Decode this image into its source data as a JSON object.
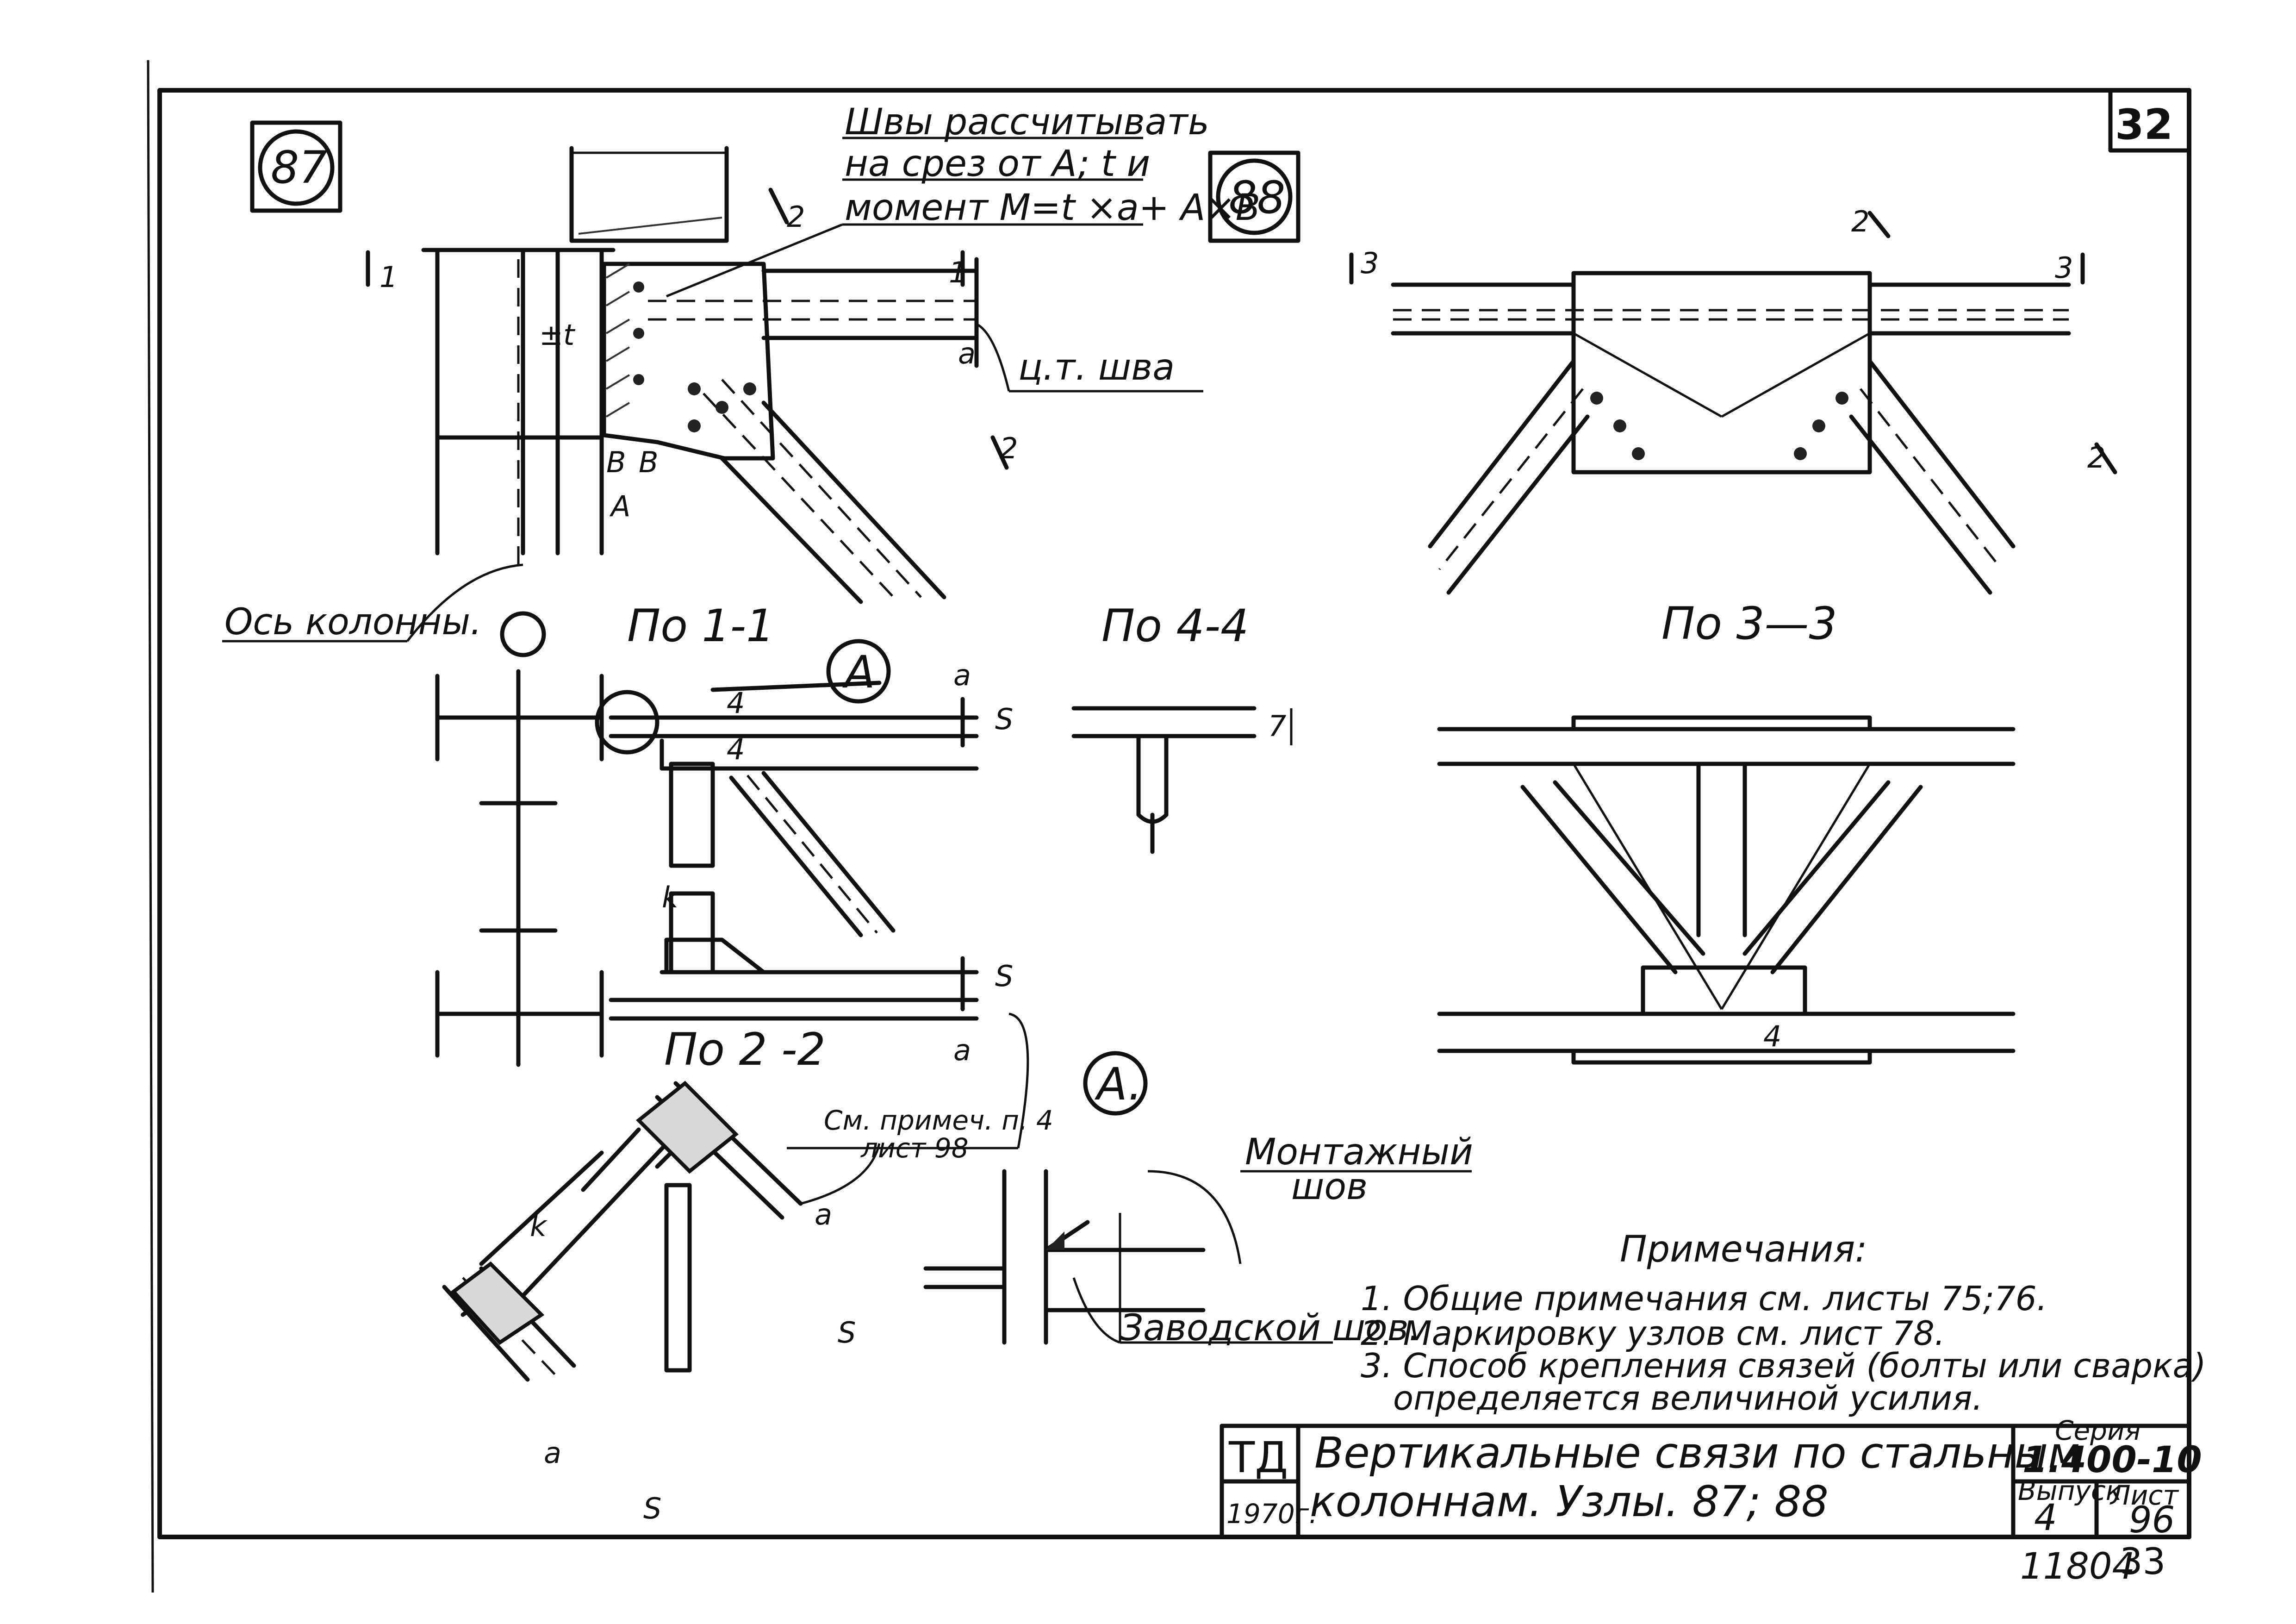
{
  "sheet_corner_number": "32",
  "node_87": "87",
  "node_88": "88",
  "weld_note": [
    "Швы рассчитывать",
    "на срез от A; t и",
    "момент M=t ×a+ A×B"
  ],
  "weld_center_label": "ц.т. шва",
  "column_axis_label": "Ось колонны.",
  "section_1_1": "По 1-1",
  "section_2_2": "По 2 -2",
  "section_3_3": "По 3—3",
  "section_4_4": "По 4-4",
  "detail_A": "A",
  "detail_A2": "A.",
  "see_note": [
    "См. примеч. п. 4",
    "лист 98"
  ],
  "mount_weld": [
    "Монтажный",
    "шов"
  ],
  "factory_weld": "Заводской шов.",
  "marks": {
    "t": "±t",
    "a": "a",
    "b": "B",
    "A": "A",
    "s": "S",
    "k": "k",
    "cut1": "1",
    "cut2": "2",
    "cut3": "3",
    "cut4": "4",
    "seven": "7"
  },
  "notes": {
    "heading": "Примечания:",
    "items": [
      "1. Общие примечания см. листы 75;76.",
      "2. Маркировку узлов см. лист 78.",
      "3. Способ крепления связей (болты или сварка)",
      "определяется величиной усилия."
    ]
  },
  "title_block": {
    "org": "ТД",
    "year": "1970г.",
    "title_line1": "Вертикальные связи по стальным",
    "title_line2": "колоннам. Узлы. 87; 88",
    "series_label": "Серия",
    "series_value": "1.400-10",
    "issue_label": "Выпуск",
    "issue_value": "4",
    "sheet_label": "Лист",
    "sheet_value": "96"
  },
  "footer": {
    "left": "11804",
    "right": "33"
  }
}
